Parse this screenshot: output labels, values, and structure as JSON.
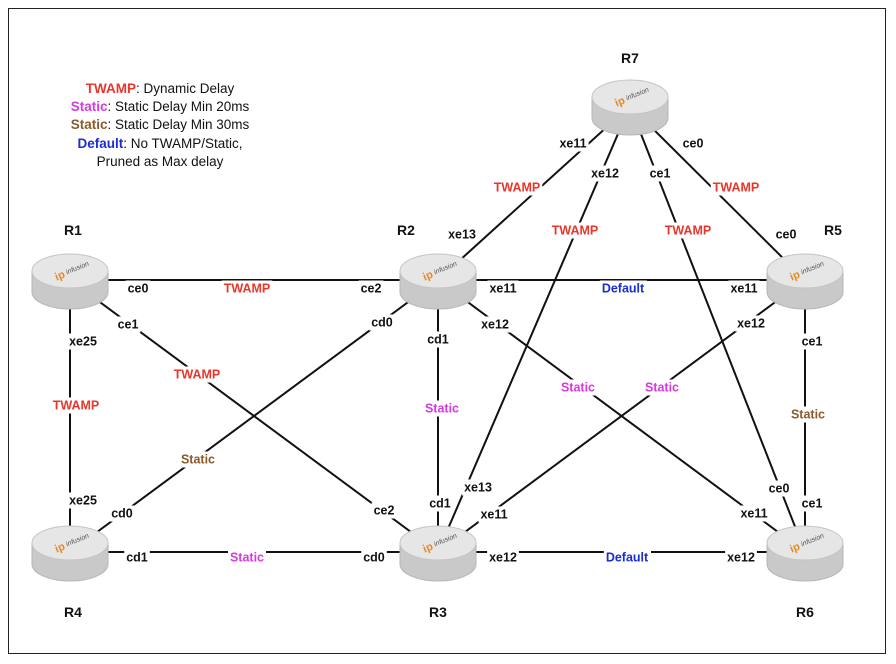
{
  "colors": {
    "twamp": "#e8362a",
    "static_20": "#d63ae0",
    "static_30": "#8a5a2b",
    "default": "#1a2bd8",
    "link": "#111111",
    "router_top": "#e6e6e6",
    "router_side": "#c9c9c9",
    "brand_ip": "#e8891c"
  },
  "legend": [
    {
      "key": "TWAMP",
      "text": ": Dynamic Delay",
      "color_ref": "twamp"
    },
    {
      "key": "Static",
      "text": ": Static Delay Min 20ms",
      "color_ref": "static_20"
    },
    {
      "key": "Static",
      "text": ": Static Delay Min 30ms",
      "color_ref": "static_30"
    },
    {
      "key": "Default",
      "text": ": No TWAMP/Static,",
      "color_ref": "default"
    },
    {
      "key": "",
      "text": "Pruned as Max delay",
      "color_ref": ""
    }
  ],
  "brand": {
    "ip": "ip",
    "suffix": "infusion"
  },
  "routers": [
    {
      "id": "R1",
      "label": "R1"
    },
    {
      "id": "R2",
      "label": "R2"
    },
    {
      "id": "R3",
      "label": "R3"
    },
    {
      "id": "R4",
      "label": "R4"
    },
    {
      "id": "R5",
      "label": "R5"
    },
    {
      "id": "R6",
      "label": "R6"
    },
    {
      "id": "R7",
      "label": "R7"
    }
  ],
  "links": [
    {
      "from": "R1",
      "to": "R2",
      "from_port": "ce0",
      "to_port": "ce2",
      "label": "TWAMP",
      "type": "twamp"
    },
    {
      "from": "R1",
      "to": "R4",
      "from_port": "xe25",
      "to_port": "xe25",
      "label": "TWAMP",
      "type": "twamp"
    },
    {
      "from": "R1",
      "to": "R3",
      "from_port": "ce1",
      "to_port": "ce2",
      "label": "TWAMP",
      "type": "twamp"
    },
    {
      "from": "R2",
      "to": "R4",
      "from_port": "cd0",
      "to_port": "cd0",
      "label": "Static",
      "type": "static_30"
    },
    {
      "from": "R2",
      "to": "R3",
      "from_port": "cd1",
      "to_port": "cd1",
      "label": "Static",
      "type": "static_20"
    },
    {
      "from": "R2",
      "to": "R5",
      "from_port": "xe11",
      "to_port": "xe11",
      "label": "Default",
      "type": "default"
    },
    {
      "from": "R2",
      "to": "R6",
      "from_port": "xe12",
      "to_port": "xe11",
      "label": "Static",
      "type": "static_20"
    },
    {
      "from": "R2",
      "to": "R7",
      "from_port": "xe13",
      "to_port": "xe11",
      "label": "TWAMP",
      "type": "twamp"
    },
    {
      "from": "R4",
      "to": "R3",
      "from_port": "cd1",
      "to_port": "cd0",
      "label": "Static",
      "type": "static_20"
    },
    {
      "from": "R3",
      "to": "R6",
      "from_port": "xe12",
      "to_port": "xe12",
      "label": "Default",
      "type": "default"
    },
    {
      "from": "R3",
      "to": "R5",
      "from_port": "xe11",
      "to_port": "xe12",
      "label": "Static",
      "type": "static_20"
    },
    {
      "from": "R3",
      "to": "R7",
      "from_port": "xe13",
      "to_port": "xe12",
      "label": "TWAMP",
      "type": "twamp"
    },
    {
      "from": "R7",
      "to": "R6",
      "from_port": "ce1",
      "to_port": "ce0",
      "label": "TWAMP",
      "type": "twamp"
    },
    {
      "from": "R7",
      "to": "R5",
      "from_port": "ce0",
      "to_port": "ce0",
      "label": "TWAMP",
      "type": "twamp"
    },
    {
      "from": "R5",
      "to": "R6",
      "from_port": "ce1",
      "to_port": "ce1",
      "label": "Static",
      "type": "static_30"
    }
  ]
}
